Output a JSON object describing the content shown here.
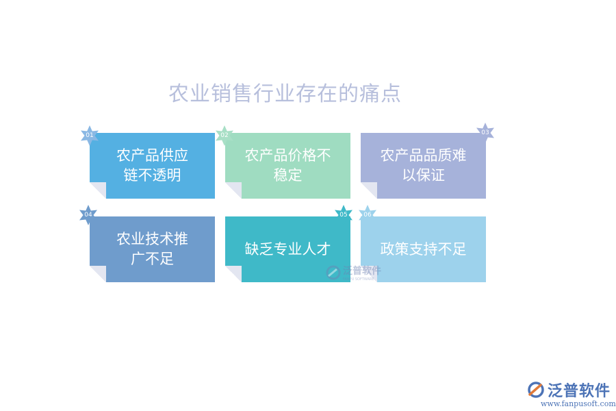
{
  "title": "农业销售行业存在的痛点",
  "items": [
    {
      "number": "01",
      "text": "农产品供应\n链不透明",
      "color": "#54b0e2"
    },
    {
      "number": "02",
      "text": "农产品价格不\n稳定",
      "color": "#9fdcc1"
    },
    {
      "number": "03",
      "text": "农产品品质难\n以保证",
      "color": "#a6b2da"
    },
    {
      "number": "04",
      "text": "农业技术推\n广不足",
      "color": "#6f9ccc"
    },
    {
      "number": "05",
      "text": "缺乏专业人才",
      "color": "#3fb9c8"
    },
    {
      "number": "06",
      "text": "政策支持不足",
      "color": "#9dd2ec"
    }
  ],
  "watermark": {
    "text": "泛普软件",
    "sub": "FANPU SOFTWARE"
  },
  "logo": {
    "text": "泛普软件",
    "url": "www.fanpusoft.com"
  },
  "colors": {
    "title": "#b7bfdc",
    "badge": "#8ab8e4",
    "logo": "#4c73b6"
  }
}
